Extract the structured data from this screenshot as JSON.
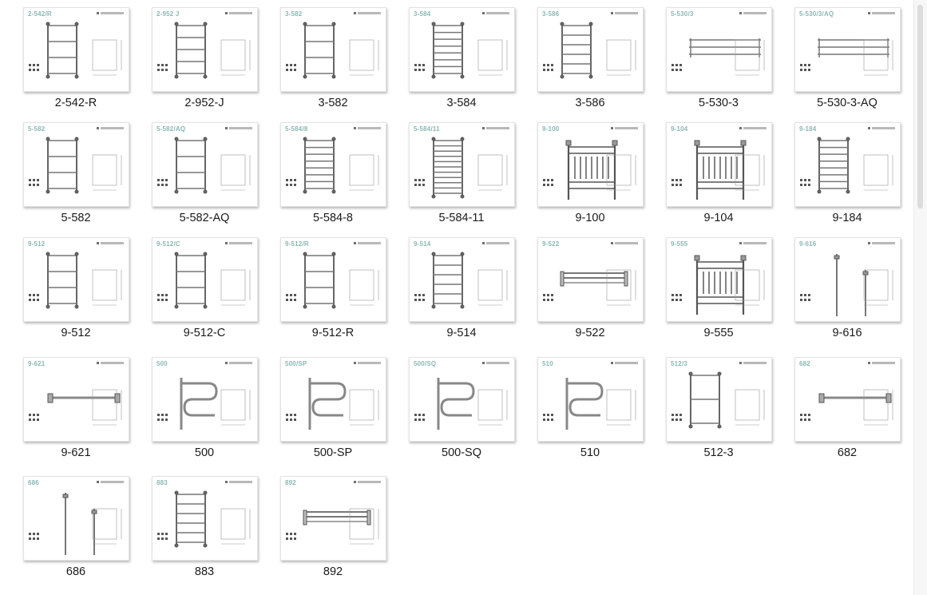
{
  "items": [
    {
      "label": "2-542-R",
      "code": "2-542/R",
      "shape": "ladder4",
      "width": "medium"
    },
    {
      "label": "2-952-J",
      "code": "2-952 J",
      "shape": "ladder5",
      "width": "medium"
    },
    {
      "label": "3-582",
      "code": "3-582",
      "shape": "ladder4",
      "width": "medium"
    },
    {
      "label": "3-584",
      "code": "3-584",
      "shape": "ladder8",
      "width": "medium"
    },
    {
      "label": "3-586",
      "code": "3-586",
      "shape": "ladder6",
      "width": "medium"
    },
    {
      "label": "5-530-3",
      "code": "5-530/3",
      "shape": "wide3",
      "width": "wide"
    },
    {
      "label": "5-530-3-AQ",
      "code": "5-530/3/AQ",
      "shape": "wide3",
      "width": "wide"
    },
    {
      "label": "5-582",
      "code": "5-582",
      "shape": "ladder4",
      "width": "medium"
    },
    {
      "label": "5-582-AQ",
      "code": "5-582/AQ",
      "shape": "ladder4",
      "width": "medium"
    },
    {
      "label": "5-584-8",
      "code": "5-584/8",
      "shape": "ladder8",
      "width": "medium"
    },
    {
      "label": "5-584-11",
      "code": "5-584/11",
      "shape": "ladder11",
      "width": "medium"
    },
    {
      "label": "9-100",
      "code": "9-100",
      "shape": "classic",
      "width": "medium"
    },
    {
      "label": "9-104",
      "code": "9-104",
      "shape": "classic",
      "width": "medium"
    },
    {
      "label": "9-184",
      "code": "9-184",
      "shape": "ladder8",
      "width": "medium"
    },
    {
      "label": "9-512",
      "code": "9-512",
      "shape": "ladder4",
      "width": "medium"
    },
    {
      "label": "9-512-C",
      "code": "9-512/C",
      "shape": "ladder4",
      "width": "medium"
    },
    {
      "label": "9-512-R",
      "code": "9-512/R",
      "shape": "ladder4",
      "width": "medium"
    },
    {
      "label": "9-514",
      "code": "9-514",
      "shape": "ladder6",
      "width": "medium"
    },
    {
      "label": "9-522",
      "code": "9-522",
      "shape": "shelf",
      "width": "wide"
    },
    {
      "label": "9-555",
      "code": "9-555",
      "shape": "classic",
      "width": "medium"
    },
    {
      "label": "9-616",
      "code": "9-616",
      "shape": "poles",
      "width": "narrow"
    },
    {
      "label": "9-621",
      "code": "9-621",
      "shape": "bar",
      "width": "wide"
    },
    {
      "label": "500",
      "code": "500",
      "shape": "serpent",
      "width": "medium"
    },
    {
      "label": "500-SP",
      "code": "500/SP",
      "shape": "serpent",
      "width": "medium"
    },
    {
      "label": "500-SQ",
      "code": "500/SQ",
      "shape": "serpent",
      "width": "medium"
    },
    {
      "label": "510",
      "code": "510",
      "shape": "serpent",
      "width": "medium"
    },
    {
      "label": "512-3",
      "code": "512/3",
      "shape": "ladder3",
      "width": "medium"
    },
    {
      "label": "682",
      "code": "682",
      "shape": "bar",
      "width": "wide"
    },
    {
      "label": "686",
      "code": "686",
      "shape": "poles",
      "width": "narrow"
    },
    {
      "label": "883",
      "code": "883",
      "shape": "ladder6",
      "width": "medium"
    },
    {
      "label": "892",
      "code": "892",
      "shape": "shelf",
      "width": "wide"
    }
  ]
}
